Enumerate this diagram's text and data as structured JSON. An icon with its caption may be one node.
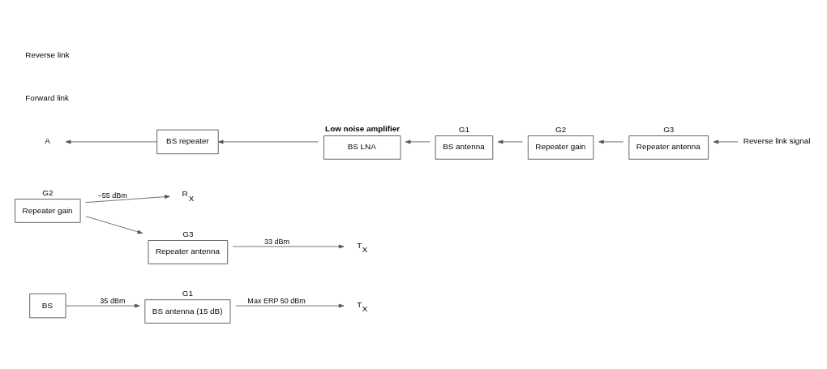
{
  "diagram": {
    "nodes": [
      {
        "text": [
          "BS"
        ]
      },
      {
        "text": [
          "G1",
          "BS antenna (15 dB)"
        ]
      },
      {
        "text": [
          "T$_{X}$"
        ]
      },
      {
        "text": [
          "R$_{X}$"
        ]
      },
      {
        "text": [
          "G2",
          "Repeater gain"
        ]
      },
      {
        "text": [
          "G3",
          "Repeater antenna"
        ]
      },
      {
        "text": [
          "T$_{X}$"
        ]
      },
      {
        "text": [
          "A"
        ]
      },
      {
        "text": [
          "BS repeater"
        ]
      },
      {
        "text": [
          "Low noise amplifier",
          "BS LNA"
        ]
      },
      {
        "text": [
          "G1",
          "BS antenna"
        ]
      },
      {
        "text": [
          "G2",
          "Repeater gain"
        ]
      },
      {
        "text": [
          "G3",
          "Repeater antenna"
        ]
      },
      {
        "text": [
          "Reverse link signal"
        ]
      }
    ],
    "edges": [
      {
        "from": 0,
        "to": 1,
        "arrow": "to",
        "label": "35 dBm"
      },
      {
        "from": 1,
        "to": 2,
        "arrow": "to",
        "label": "Max ERP 50 dBm"
      },
      {
        "from": 4,
        "to": 3,
        "arrow": "to",
        "label": "−55 dBm"
      },
      {
        "from": 4,
        "to": 5,
        "arrow": "to"
      },
      {
        "from": 5,
        "to": 6,
        "arrow": "to",
        "label": "33 dBm"
      },
      {
        "from": 13,
        "to": 12,
        "arrow": "to"
      },
      {
        "from": 12,
        "to": 11,
        "arrow": "to"
      },
      {
        "from": 11,
        "to": 10,
        "arrow": "to"
      },
      {
        "from": 10,
        "to": 9,
        "arrow": "to"
      },
      {
        "from": 9,
        "to": 8,
        "arrow": "to"
      },
      {
        "from": 8,
        "to": 7,
        "arrow": "to"
      }
    ],
    "labels": [
      "Forward link",
      "Reverse link"
    ]
  }
}
